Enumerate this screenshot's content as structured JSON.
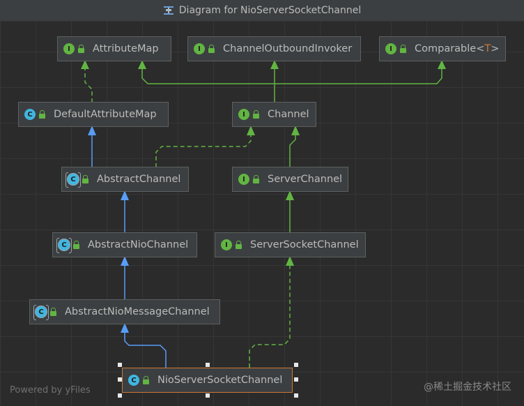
{
  "window": {
    "title": "Diagram for NioServerSocketChannel"
  },
  "nodes": {
    "attribute_map": {
      "label": "AttributeMap",
      "kind": "I"
    },
    "channel_outbound_invoker": {
      "label": "ChannelOutboundInvoker",
      "kind": "I"
    },
    "comparable": {
      "label": "Comparable",
      "type_param": "T",
      "kind": "I"
    },
    "default_attribute_map": {
      "label": "DefaultAttributeMap",
      "kind": "C"
    },
    "channel": {
      "label": "Channel",
      "kind": "I"
    },
    "abstract_channel": {
      "label": "AbstractChannel",
      "kind": "C"
    },
    "server_channel": {
      "label": "ServerChannel",
      "kind": "I"
    },
    "abstract_nio_channel": {
      "label": "AbstractNioChannel",
      "kind": "C"
    },
    "server_socket_channel": {
      "label": "ServerSocketChannel",
      "kind": "I"
    },
    "abstract_nio_message_channel": {
      "label": "AbstractNioMessageChannel",
      "kind": "C"
    },
    "nio_server_socket_channel": {
      "label": "NioServerSocketChannel",
      "kind": "C"
    }
  },
  "edges": [
    {
      "from": "default_attribute_map",
      "to": "attribute_map",
      "type": "implements"
    },
    {
      "from": "channel",
      "to": "attribute_map",
      "type": "extends-interface"
    },
    {
      "from": "channel",
      "to": "channel_outbound_invoker",
      "type": "extends-interface"
    },
    {
      "from": "channel",
      "to": "comparable",
      "type": "extends-interface"
    },
    {
      "from": "abstract_channel",
      "to": "default_attribute_map",
      "type": "extends"
    },
    {
      "from": "abstract_channel",
      "to": "channel",
      "type": "implements"
    },
    {
      "from": "server_channel",
      "to": "channel",
      "type": "extends-interface"
    },
    {
      "from": "abstract_nio_channel",
      "to": "abstract_channel",
      "type": "extends"
    },
    {
      "from": "server_socket_channel",
      "to": "server_channel",
      "type": "extends-interface"
    },
    {
      "from": "abstract_nio_message_channel",
      "to": "abstract_nio_channel",
      "type": "extends"
    },
    {
      "from": "nio_server_socket_channel",
      "to": "abstract_nio_message_channel",
      "type": "extends"
    },
    {
      "from": "nio_server_socket_channel",
      "to": "server_socket_channel",
      "type": "implements"
    }
  ],
  "selected_node": "nio_server_socket_channel",
  "footer": {
    "powered_by": "Powered by yFiles",
    "watermark": "@稀土掘金技术社区"
  },
  "colors": {
    "background": "#2b2b2b",
    "node_fill": "#3c3f41",
    "interface_icon": "#62b543",
    "class_icon": "#40b6e0",
    "extends_edge": "#589df6",
    "interface_edge": "#62b543",
    "selection_border": "#cc7832"
  }
}
